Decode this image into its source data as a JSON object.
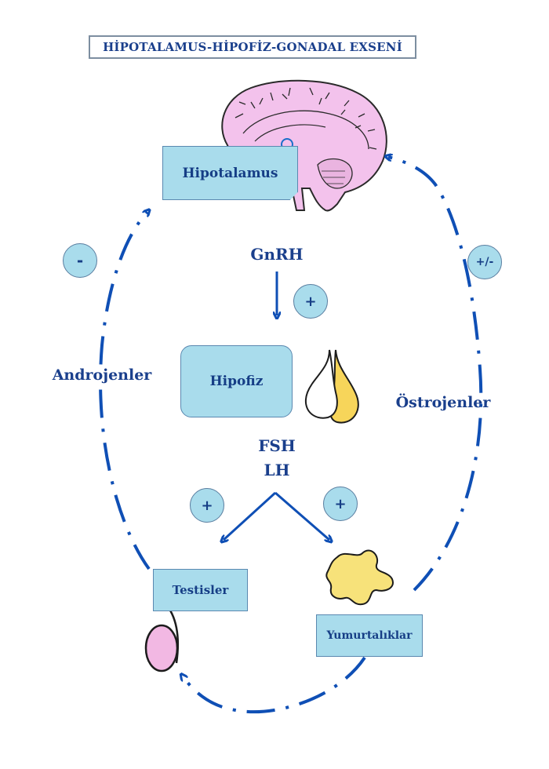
{
  "title": "HİPOTALAMUS-HİPOFİZ-GONADAL EXSENİ",
  "nodes": {
    "hypothalamus": "Hipotalamus",
    "pituitary": "Hipofiz",
    "testes": "Testisler",
    "ovaries": "Yumurtalıklar"
  },
  "hormones": {
    "gnrh": "GnRH",
    "fsh": "FSH",
    "lh": "LH",
    "androgens": "Androjenler",
    "estrogens": "Östrojenler"
  },
  "signs": {
    "androgen_feedback": "-",
    "estrogen_feedback": "+/-",
    "gnrh_effect": "+",
    "testes_effect": "+",
    "ovaries_effect": "+"
  },
  "colors": {
    "arrow": "#0f4fb5",
    "box_fill": "#a9dcec",
    "text": "#1a3f8c",
    "brain": "#f3c2ec",
    "ovary": "#f7e27a",
    "testis": "#f2b8e3"
  }
}
